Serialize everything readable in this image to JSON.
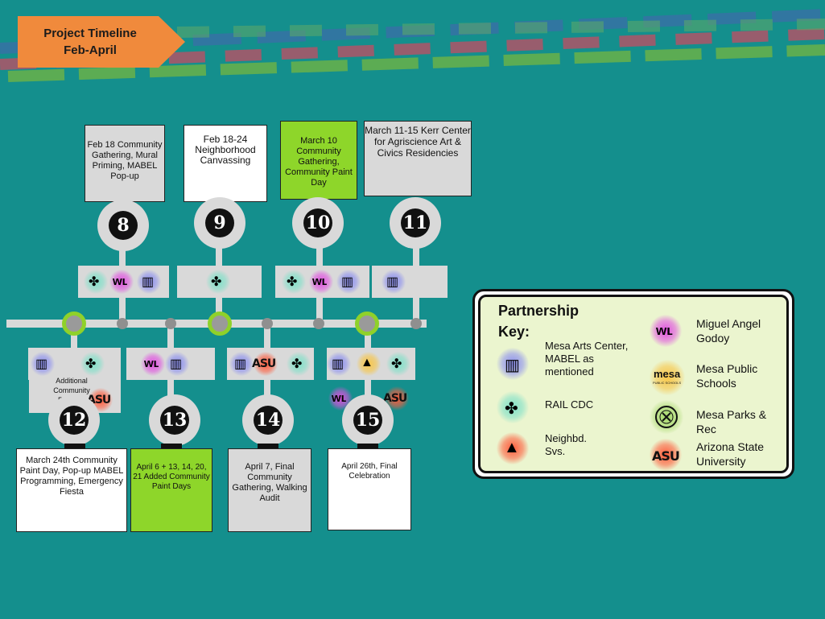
{
  "header": {
    "line1": "Project Timeline",
    "line2": "Feb-April",
    "arrow_color": "#f08a3c",
    "background": "#148f8d"
  },
  "milestones": [
    {
      "number": "8",
      "text": "Feb 18 Community Gathering, Mural Priming, MABEL Pop-up",
      "card_color": "#d9d9d9"
    },
    {
      "number": "9",
      "text": "Feb 18-24 Neighborhood Canvassing",
      "card_color": "#ffffff"
    },
    {
      "number": "10",
      "text": "March 10 Community Gathering, Community Paint Day",
      "card_color": "#8ed62a"
    },
    {
      "number": "11",
      "text": "March 11-15 Kerr Center for Agriscience Art & Civics Residencies",
      "card_color": "#d9d9d9"
    },
    {
      "number": "12",
      "text": "March 24th Community Paint Day, Pop-up MABEL Programming, Emergency Fiesta",
      "card_color": "#ffffff"
    },
    {
      "number": "13",
      "text": "April 6 + 13, 14, 20, 21 Added Community Paint Days",
      "card_color": "#8ed62a"
    },
    {
      "number": "14",
      "text": "April 7, Final Community Gathering, Walking Audit",
      "card_color": "#d9d9d9"
    },
    {
      "number": "15",
      "text": "April 26th, Final Celebration",
      "card_color": "#ffffff"
    }
  ],
  "additional_partners": "Additional Community Partners",
  "key": {
    "title_line1": "Partnership",
    "title_line2": "Key:",
    "entries": [
      {
        "label": "Mesa Arts Center, MABEL as mentioned",
        "icon": "mabel-icon",
        "color": "#8a8df0"
      },
      {
        "label": "RAIL CDC",
        "icon": "rail-cdc-icon",
        "color": "#7fe0c8"
      },
      {
        "label": "Neighbd. Svs.",
        "icon": "neighborhood-services-icon",
        "color": "#ff5a3a"
      },
      {
        "label": "Miguel Angel Godoy",
        "icon": "miguel-angel-godoy-icon",
        "color": "#e04fe0"
      },
      {
        "label": "Mesa Public Schools",
        "icon": "mesa-public-schools-icon",
        "color": "#f7c64a"
      },
      {
        "label": "Mesa Parks & Rec",
        "icon": "mesa-parks-rec-icon",
        "color": "#a6d86a"
      },
      {
        "label": "Arizona State University",
        "icon": "asu-icon",
        "color": "#ff5a3a"
      }
    ],
    "logo_text": {
      "asu": "ASU",
      "mesa": "mesa",
      "mesa_sub": "PUBLIC SCHOOLS"
    }
  }
}
